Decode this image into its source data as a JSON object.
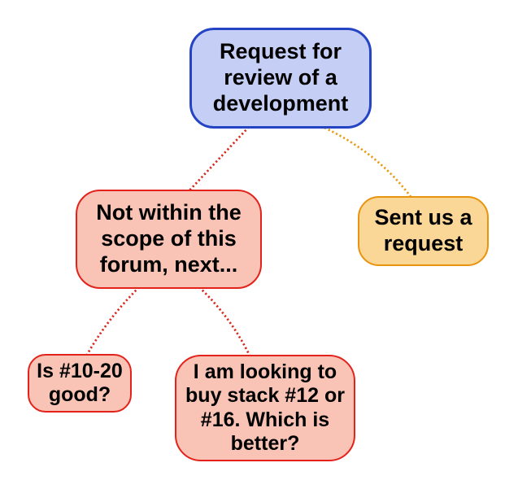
{
  "diagram": {
    "background_color": "#ffffff",
    "text_color": "#000000",
    "nodes": {
      "request_review": {
        "label": "Request for\nreview of a\ndevelopment",
        "fill": "#c5cff5",
        "border_color": "#2444c4"
      },
      "not_in_scope": {
        "label": "Not within the\nscope of this\nforum, next...",
        "fill": "#f9c4b5",
        "border_color": "#e3231b"
      },
      "sent_request": {
        "label": "Sent us a\nrequest",
        "fill": "#fad697",
        "border_color": "#e9940e"
      },
      "is_10_20_good": {
        "label": "Is #10-20\ngood?",
        "fill": "#f9c4b5",
        "border_color": "#e3231b"
      },
      "buy_stack": {
        "label": "I am looking to\nbuy stack #12 or\n#16. Which is\nbetter?",
        "fill": "#f9c4b5",
        "border_color": "#e3231b"
      }
    },
    "edges": [
      {
        "from": "request_review",
        "to": "not_in_scope",
        "style": "dotted",
        "color": "#d9281e"
      },
      {
        "from": "request_review",
        "to": "sent_request",
        "style": "dotted",
        "color": "#e89b12"
      },
      {
        "from": "not_in_scope",
        "to": "is_10_20_good",
        "style": "dotted",
        "color": "#d9281e"
      },
      {
        "from": "not_in_scope",
        "to": "buy_stack",
        "style": "dotted",
        "color": "#d9281e"
      }
    ]
  }
}
